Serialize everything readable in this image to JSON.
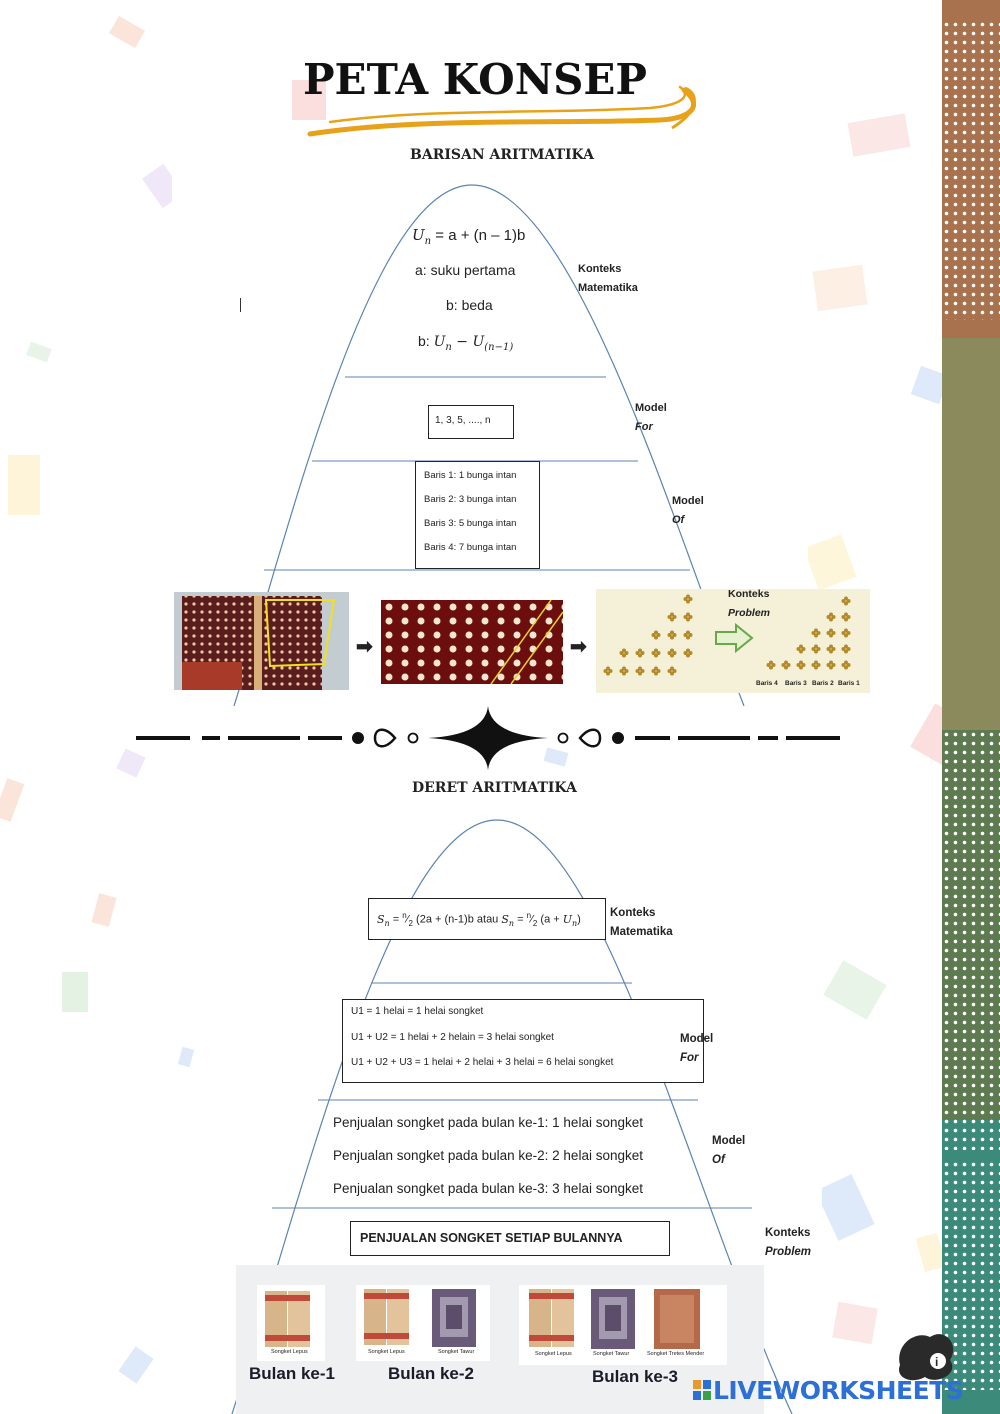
{
  "title": "PETA KONSEP",
  "barisan": {
    "header": "BARISAN ARITMATIKA",
    "formula_un": "Un = a + (n – 1)b",
    "formula_un_rhs": "= a + (n – 1)b",
    "a_def": "a: suku pertama",
    "b_def": "b: beda",
    "b_formula_prefix": "b:",
    "sequence": "1, 3, 5, ...., n",
    "rows": [
      "Baris 1: 1 bunga intan",
      "Baris 2: 3 bunga intan",
      "Baris 3: 5 bunga intan",
      "Baris 4: 7 bunga intan"
    ],
    "labels": {
      "konteks_mat": [
        "Konteks",
        "Matematika"
      ],
      "model_for": [
        "Model",
        "For"
      ],
      "model_of": [
        "Model",
        "Of"
      ],
      "konteks_prob": [
        "Konteks",
        "Problem"
      ]
    },
    "pattern_labels": [
      "Baris 4",
      "Baris 3",
      "Baris 2",
      "Baris 1"
    ]
  },
  "deret": {
    "header": "DERET ARITMATIKA",
    "formula": "Sn = n/2 (2a + (n-1)b atau Sn = n/2 (a + Un)",
    "model_for_lines": [
      "U1 = 1 helai = 1 helai songket",
      "U1 + U2 = 1 helai + 2 helain = 3 helai songket",
      "U1 + U2 + U3 = 1 helai + 2 helai + 3 helai = 6 helai songket"
    ],
    "model_of_lines": [
      "Penjualan songket pada bulan ke-1: 1 helai songket",
      "Penjualan songket pada bulan ke-2: 2 helai songket",
      "Penjualan songket pada bulan ke-3: 3 helai songket"
    ],
    "problem_box": "PENJUALAN SONGKET SETIAP BULANNYA",
    "labels": {
      "konteks_mat": [
        "Konteks",
        "Matematika"
      ],
      "model_for": [
        "Model",
        "For"
      ],
      "model_of": [
        "Model",
        "Of"
      ],
      "konteks_prob": [
        "Konteks",
        "Problem"
      ]
    },
    "songket_names": {
      "lepus": "Songket Lepus",
      "tawur": "Songket Tawur",
      "tretes": "Songket Tretes Mender"
    },
    "months": [
      "Bulan ke-1",
      "Bulan ke-2",
      "Bulan ke-3"
    ]
  },
  "brand": {
    "text": "LIVEWORKSHEETS",
    "colors": {
      "text": "#2c6fd6",
      "orange": "#e79a2a"
    }
  },
  "colors": {
    "title_underline": "#e8a21a",
    "pyramid_line": "#5b84b1",
    "stripe_brown": "#a7724d",
    "stripe_olive": "#8a8a5c",
    "stripe_green": "#5e7a50",
    "stripe_teal": "#3c8a7a"
  }
}
